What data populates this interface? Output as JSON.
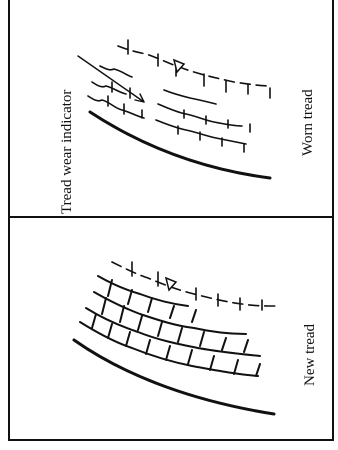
{
  "panels": {
    "worn": {
      "indicator_label": "Tread wear indicator",
      "caption": "Worn tread"
    },
    "new": {
      "caption": "New tread"
    }
  }
}
